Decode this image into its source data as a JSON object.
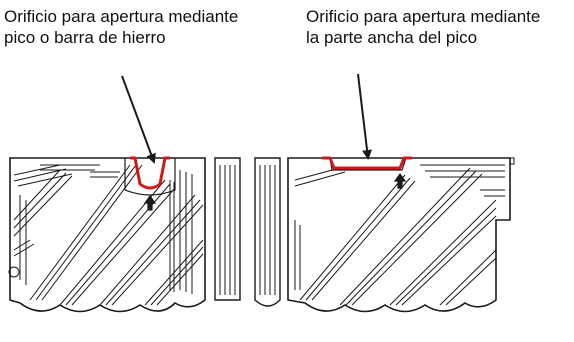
{
  "labels": {
    "left": {
      "line1": "Orificio para apertura mediante",
      "line2": "pico o barra de hierro"
    },
    "right": {
      "line1": "Orificio para apertura mediante",
      "line2": "la parte ancha del pico"
    }
  },
  "colors": {
    "highlight": "#d01818",
    "drawing": "#1a1a1a",
    "background": "#ffffff"
  }
}
